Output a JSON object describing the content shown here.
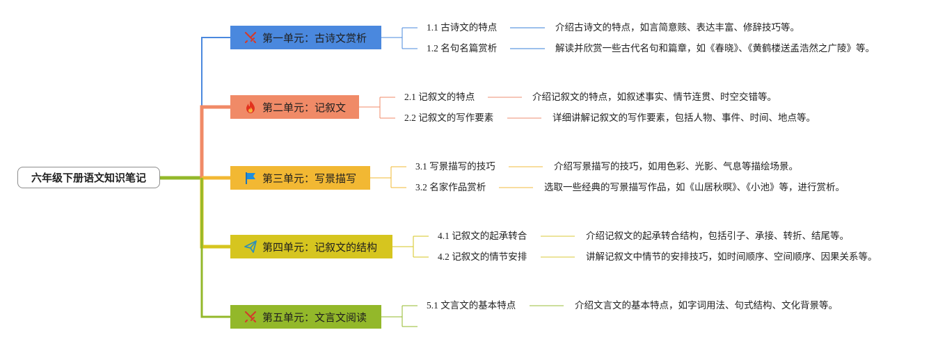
{
  "root": {
    "title": "六年级下册语文知识笔记"
  },
  "units": [
    {
      "title": "第一单元：古诗文赏析",
      "color": "#4a88de",
      "icon": "swords-icon",
      "items": [
        {
          "label": "1.1 古诗文的特点",
          "desc": "介绍古诗文的特点，如言简意赅、表达丰富、修辞技巧等。"
        },
        {
          "label": "1.2 名句名篇赏析",
          "desc": "解读并欣赏一些古代名句和篇章，如《春晓》、《黄鹤楼送孟浩然之广陵》等。"
        }
      ]
    },
    {
      "title": "第二单元：记叙文",
      "color": "#f08a67",
      "icon": "fire-icon",
      "items": [
        {
          "label": "2.1 记叙文的特点",
          "desc": "介绍记叙文的特点，如叙述事实、情节连贯、时空交错等。"
        },
        {
          "label": "2.2 记叙文的写作要素",
          "desc": "详细讲解记叙文的写作要素，包括人物、事件、时间、地点等。"
        }
      ]
    },
    {
      "title": "第三单元：写景描写",
      "color": "#f2b833",
      "icon": "flag-icon",
      "items": [
        {
          "label": "3.1 写景描写的技巧",
          "desc": "介绍写景描写的技巧，如用色彩、光影、气息等描绘场景。"
        },
        {
          "label": "3.2 名家作品赏析",
          "desc": "选取一些经典的写景描写作品，如《山居秋暝》、《小池》等，进行赏析。"
        }
      ]
    },
    {
      "title": "第四单元：记叙文的结构",
      "color": "#d6c51f",
      "icon": "paper-plane-icon",
      "items": [
        {
          "label": "4.1 记叙文的起承转合",
          "desc": "介绍记叙文的起承转合结构，包括引子、承接、转折、结尾等。"
        },
        {
          "label": "4.2 记叙文的情节安排",
          "desc": "讲解记叙文中情节的安排技巧，如时间顺序、空间顺序、因果关系等。"
        }
      ]
    },
    {
      "title": "第五单元：文言文阅读",
      "color": "#93b82a",
      "icon": "swords-icon",
      "items": [
        {
          "label": "5.1 文言文的基本特点",
          "desc": "介绍文言文的基本特点，如字词用法、句式结构、文化背景等。"
        },
        {
          "label": "",
          "desc": ""
        }
      ]
    }
  ]
}
